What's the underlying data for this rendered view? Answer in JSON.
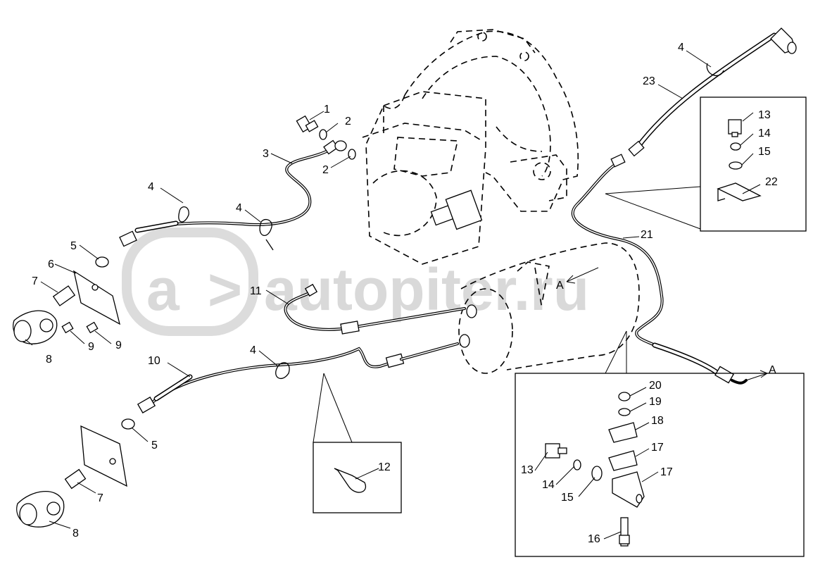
{
  "watermark": "autopiter.ru",
  "callouts": {
    "c1": "1",
    "c2a": "2",
    "c2b": "2",
    "c3": "3",
    "c4a": "4",
    "c4b": "4",
    "c4c": "4",
    "c4d": "4",
    "c5a": "5",
    "c5b": "5",
    "c6": "6",
    "c7a": "7",
    "c7b": "7",
    "c8a": "8",
    "c8b": "8",
    "c9a": "9",
    "c9b": "9",
    "c10": "10",
    "c11": "11",
    "c12": "12",
    "c13a": "13",
    "c14a": "14",
    "c15a": "15",
    "c22": "22",
    "c23": "23",
    "c21": "21",
    "c20": "20",
    "c19": "19",
    "c18": "18",
    "c17a": "17",
    "c17b": "17",
    "c13b": "13",
    "c14b": "14",
    "c15b": "15",
    "c16": "16"
  },
  "section_marks": {
    "a_right": "A",
    "a_center": "A"
  }
}
